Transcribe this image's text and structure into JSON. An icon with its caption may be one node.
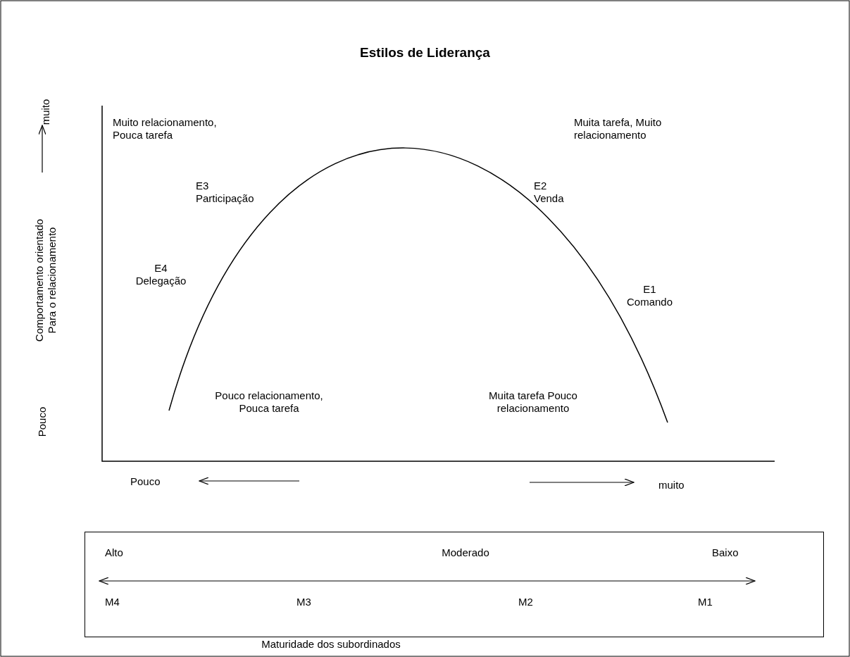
{
  "diagram": {
    "title": "Estilos de Liderança",
    "nodes": [
      {
        "text": [
          "Alto",
          "Moderado",
          "Baixo",
          "M4",
          "M3",
          "M2",
          "M1"
        ]
      }
    ],
    "labels": [
      "muito",
      "Muito relacionamento, Pouca tarefa",
      "Muita tarefa, Muito relacionamento",
      "E3 Participação",
      "E2 Venda",
      "Comportamento orientado Para o relacionamento",
      "E4 Delegação",
      "E1 Comando",
      "Pouco relacionamento, Pouca tarefa",
      "Muita tarefa Pouco relacionamento",
      "Pouco",
      "Pouco",
      "muito"
    ],
    "caption": "Maturidade dos subordinados"
  }
}
